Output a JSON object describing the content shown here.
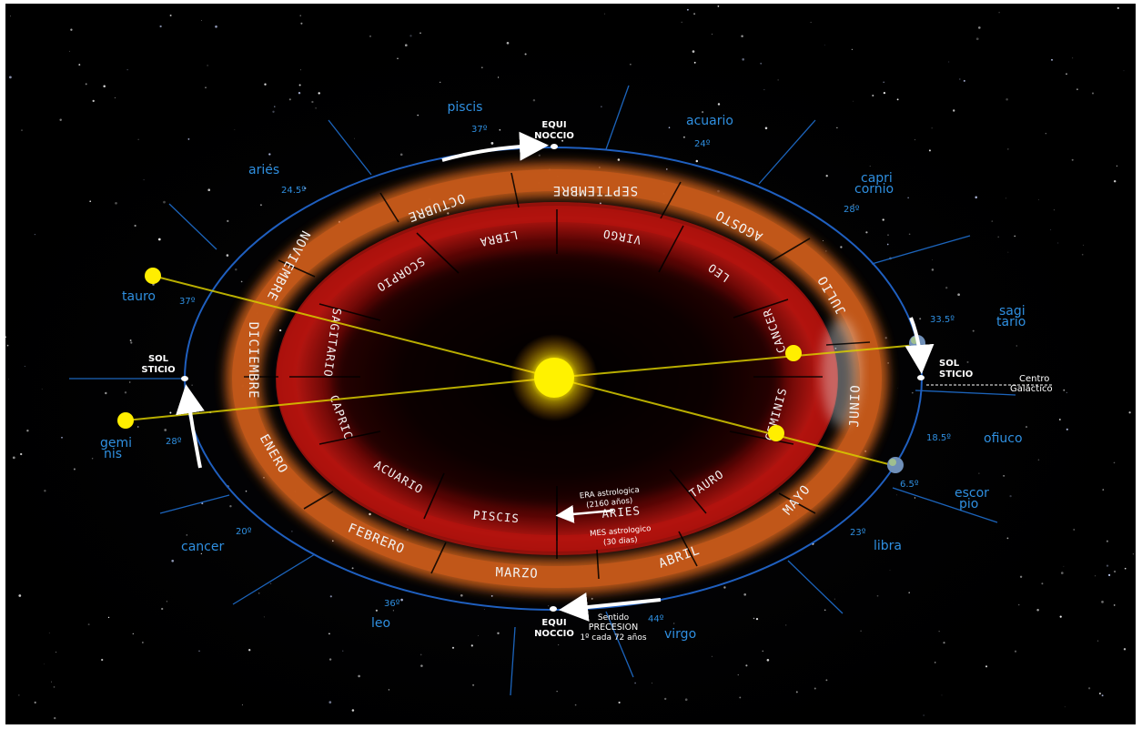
{
  "colors": {
    "background": "#000000",
    "ellipse": "#1f5fbf",
    "labels": "#2f8fe0",
    "sun": "#fff200",
    "month_ring": "#d9661a",
    "inner_ring": "#a8100c"
  },
  "equinox_top": {
    "line1": "EQUI",
    "line2": "NOCCIO"
  },
  "equinox_bottom": {
    "line1": "EQUI",
    "line2": "NOCCIO"
  },
  "solstice_left": {
    "line1": "SOL",
    "line2": "STICIO"
  },
  "solstice_right": {
    "line1": "SOL",
    "line2": "STICIO"
  },
  "galactic_center": {
    "line1": "Centro",
    "line2": "Galáctico"
  },
  "constellations": {
    "piscis": {
      "name": "piscis",
      "deg": "37º"
    },
    "acuario": {
      "name": "acuario",
      "deg": "24º"
    },
    "capricornio": {
      "line1": "capri",
      "line2": "cornio",
      "deg": "28º"
    },
    "sagitario": {
      "line1": "sagi",
      "line2": "tario",
      "deg": "33.5º"
    },
    "ofiuco": {
      "name": "ofiuco",
      "deg": "18.5º"
    },
    "escorpio": {
      "line1": "escor",
      "line2": "pio",
      "deg": "6.5º"
    },
    "libra": {
      "name": "libra",
      "deg": "23º"
    },
    "virgo": {
      "name": "virgo",
      "deg": "44º"
    },
    "leo": {
      "name": "leo",
      "deg": "36º"
    },
    "cancer": {
      "name": "cancer",
      "deg": "20º"
    },
    "geminis": {
      "line1": "gemi",
      "line2": "nis",
      "deg": "28º"
    },
    "tauro": {
      "name": "tauro",
      "deg": "37º"
    },
    "aries": {
      "name": "aries",
      "deg": "24.5º"
    }
  },
  "months": [
    "SEPTIEMBRE",
    "AGOSTO",
    "JULIO",
    "JUNIO",
    "MAYO",
    "ABRIL",
    "MARZO",
    "FEBRERO",
    "ENERO",
    "DICIEMBRE",
    "NOVIEMBRE",
    "OCTUBRE"
  ],
  "signs": [
    "VIRGO",
    "LEO",
    "CANCER",
    "GEMINIS",
    "TAURO",
    "ARIES",
    "PISCIS",
    "ACUARIO",
    "CAPRIC",
    "SAGITARIO",
    "SCORPIO",
    "LIBRA"
  ],
  "era": {
    "line1": "ERA astrologica",
    "line2": "(2160 años)"
  },
  "mes": {
    "line1": "MES astrologico",
    "line2": "(30 dias)"
  },
  "precesion": {
    "line1": "Sentido",
    "line2": "PRECESION",
    "line3": "1º cada 72 años"
  }
}
